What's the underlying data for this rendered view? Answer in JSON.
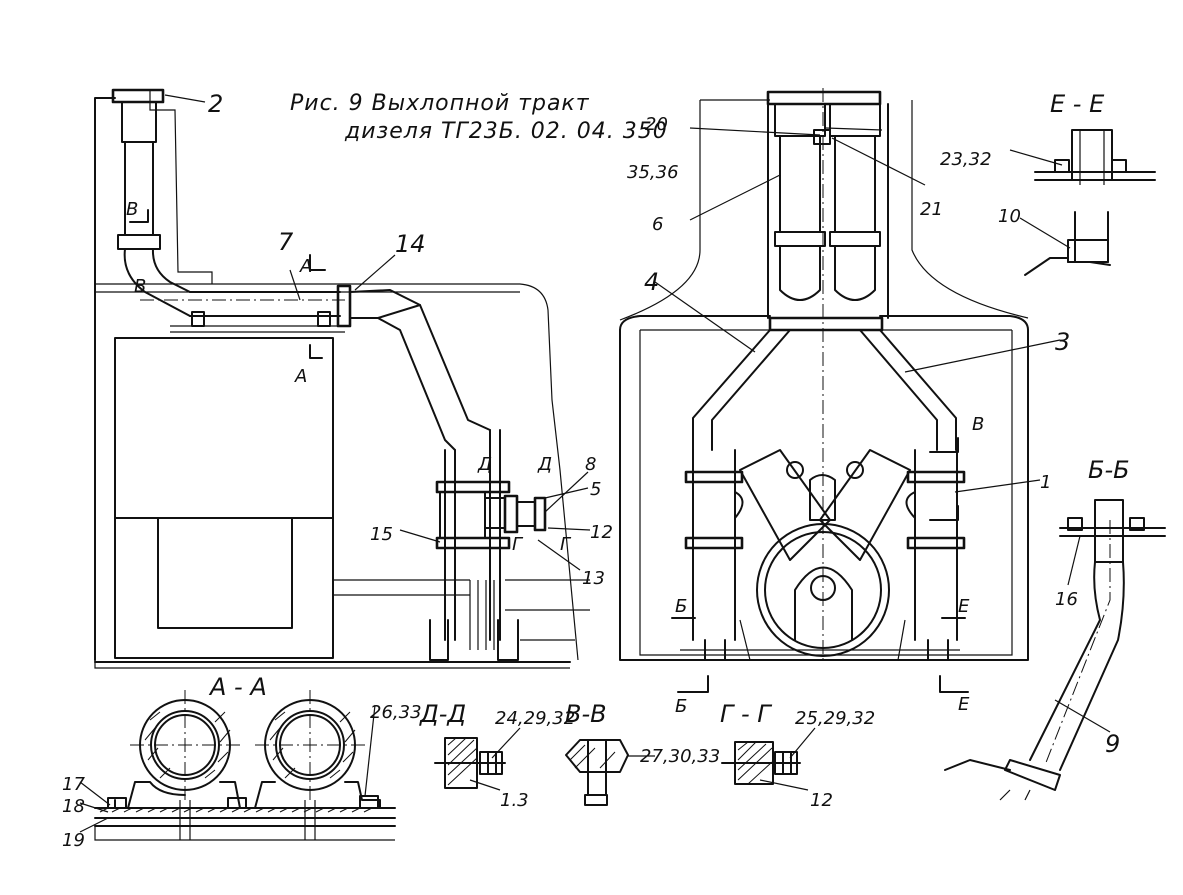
{
  "title": {
    "line1": "Рис. 9  Выхлопной  тракт",
    "line2": "дизеля  ТГ23Б. 02. 04. 350"
  },
  "callouts": {
    "n1": "1",
    "n2": "2",
    "n3": "3",
    "n4": "4",
    "n5": "5",
    "n6": "6",
    "n7": "7",
    "n8": "8",
    "n9": "9",
    "n10": "10",
    "n12a": "12",
    "n12b": "12",
    "n13a": "13",
    "n13b": "1.3",
    "n14": "14",
    "n15": "15",
    "n16": "16",
    "n17": "17",
    "n18": "18",
    "n19": "19",
    "n20": "20",
    "n21": "21",
    "n23_32": "23,32",
    "n24_29_32": "24,29,32",
    "n25_29_32": "25,29,32",
    "n26_33": "26,33",
    "n27_30_33": "27,30,33",
    "n35_36": "35,36"
  },
  "section_marks": {
    "A1": "А",
    "A2": "А",
    "B1": "В",
    "B2": "В",
    "B3": "В",
    "D1": "Д",
    "D2": "Д",
    "G1": "Г",
    "G2": "Г",
    "Bb1": "Б",
    "Bb2": "Б",
    "E1": "Е",
    "E2": "Е"
  },
  "section_titles": {
    "AA": "А - А",
    "DD": "Д-Д",
    "VV": "В-В",
    "GG": "Г - Г",
    "EE": "Е - Е",
    "BB": "Б-Б"
  }
}
